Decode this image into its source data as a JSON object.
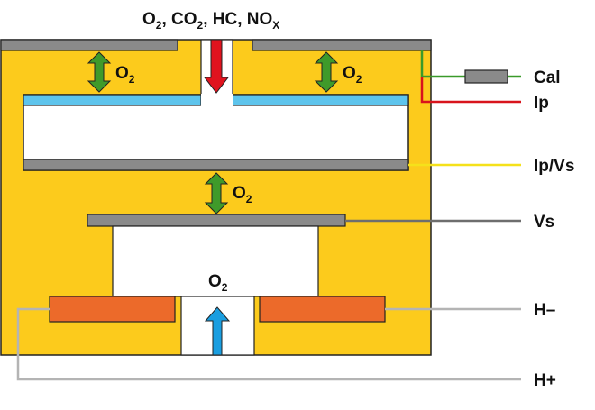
{
  "title": {
    "parts": [
      {
        "main": "O",
        "sub": "2",
        "sep": ", "
      },
      {
        "main": "CO",
        "sub": "2",
        "sep": ", "
      },
      {
        "main": "HC",
        "sub": "",
        "sep": ", "
      },
      {
        "main": "NO",
        "sub": "X",
        "sep": ""
      }
    ]
  },
  "flows": {
    "o2_upper_left": {
      "main": "O",
      "sub": "2"
    },
    "o2_upper_right": {
      "main": "O",
      "sub": "2"
    },
    "o2_middle": {
      "main": "O",
      "sub": "2"
    },
    "o2_reference": {
      "main": "O",
      "sub": "2"
    }
  },
  "terminals": [
    {
      "id": "cal",
      "label": "Cal",
      "color": "#3a9a2a"
    },
    {
      "id": "ip",
      "label": "Ip",
      "color": "#d8141c"
    },
    {
      "id": "ipvs",
      "label": "Ip/Vs",
      "color": "#f5e11a"
    },
    {
      "id": "vs",
      "label": "Vs",
      "color": "#6e6e6e"
    },
    {
      "id": "hminus",
      "label": "H–",
      "color": "#b4b4b4"
    },
    {
      "id": "hplus",
      "label": "H+",
      "color": "#b4b4b4"
    }
  ],
  "colors": {
    "body": "#fccb1c",
    "electrode": "#8a8a8a",
    "diffusion_layer": "#5ec4ec",
    "heater": "#ec6a2a",
    "gas_in_arrow": "#e0131e",
    "air_arrow": "#1a9ee0",
    "pump_arrow": "#3f9a2a",
    "outline": "#222222"
  }
}
